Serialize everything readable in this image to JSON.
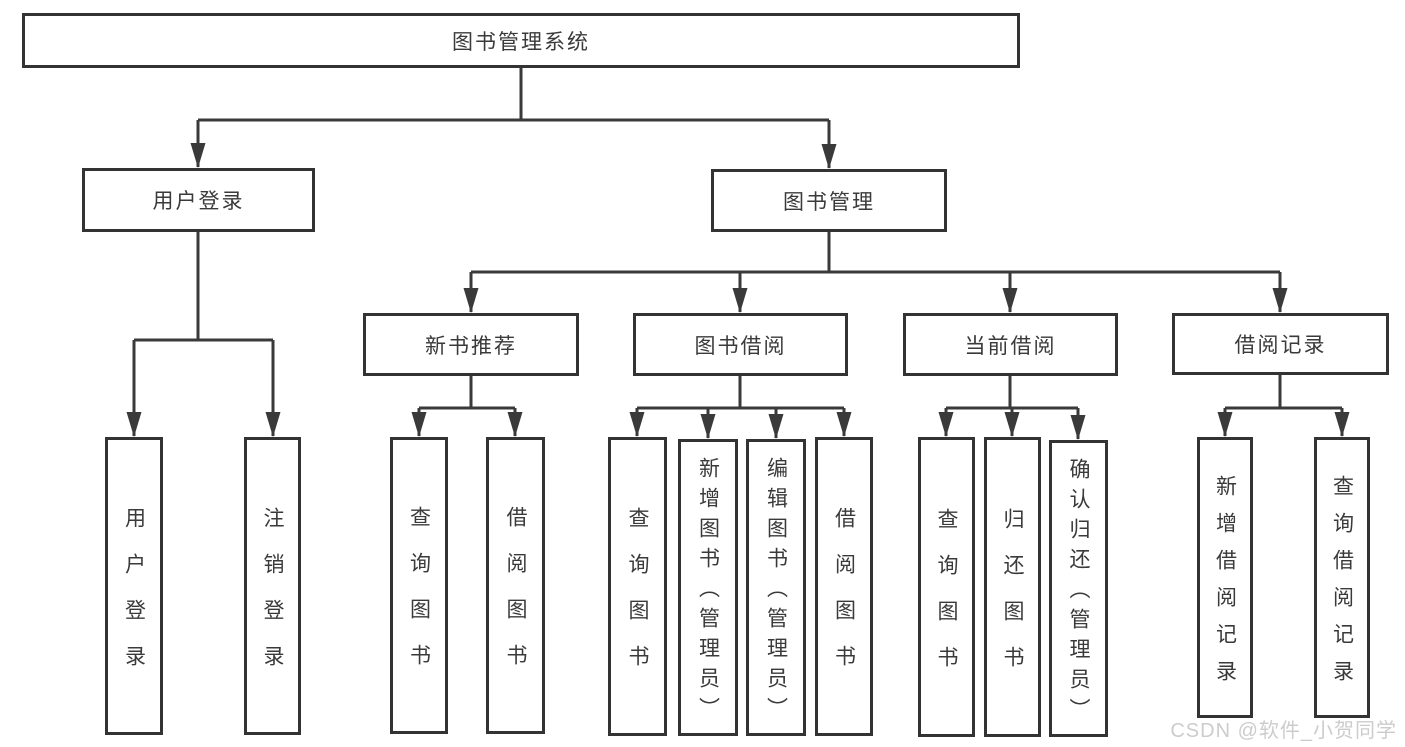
{
  "diagram": {
    "type": "hierarchy-tree",
    "root": {
      "label": "图书管理系统",
      "children": [
        {
          "label": "用户登录",
          "children": [
            {
              "label": "用户登录"
            },
            {
              "label": "注销登录"
            }
          ]
        },
        {
          "label": "图书管理",
          "children": [
            {
              "label": "新书推荐",
              "children": [
                {
                  "label": "查询图书"
                },
                {
                  "label": "借阅图书"
                }
              ]
            },
            {
              "label": "图书借阅",
              "children": [
                {
                  "label": "查询图书"
                },
                {
                  "label": "新增图书（管理员）"
                },
                {
                  "label": "编辑图书（管理员）"
                },
                {
                  "label": "借阅图书"
                }
              ]
            },
            {
              "label": "当前借阅",
              "children": [
                {
                  "label": "查询图书"
                },
                {
                  "label": "归还图书"
                },
                {
                  "label": "确认归还（管理员）"
                }
              ]
            },
            {
              "label": "借阅记录",
              "children": [
                {
                  "label": "新增借阅记录"
                },
                {
                  "label": "查询借阅记录"
                }
              ]
            }
          ]
        }
      ]
    }
  },
  "watermark": {
    "text": "CSDN @软件_小贺同学"
  },
  "colors": {
    "background": "#ffffff",
    "box_fill": "#ffffff",
    "box_border": "#333333",
    "line": "#3a3a3a",
    "text": "#3a3a3a",
    "watermark": "#cccccc"
  }
}
